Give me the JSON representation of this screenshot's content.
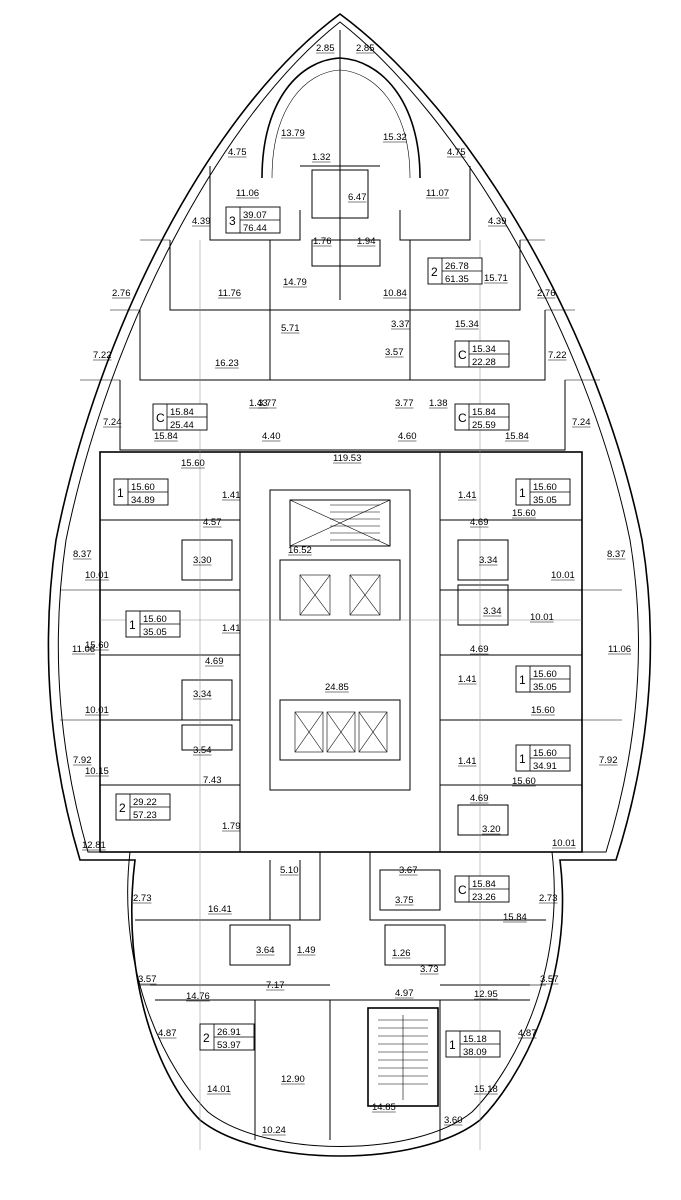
{
  "plan": {
    "areas": [
      {
        "id": "a1",
        "text": "2.85"
      },
      {
        "id": "a2",
        "text": "2.85"
      },
      {
        "id": "a3",
        "text": "13.79"
      },
      {
        "id": "a4",
        "text": "15.32"
      },
      {
        "id": "a5",
        "text": "4.75"
      },
      {
        "id": "a6",
        "text": "4.75"
      },
      {
        "id": "a7",
        "text": "1.32"
      },
      {
        "id": "a8",
        "text": "11.06"
      },
      {
        "id": "a9",
        "text": "11.07"
      },
      {
        "id": "a10",
        "text": "6.47"
      },
      {
        "id": "a11",
        "text": "4.39"
      },
      {
        "id": "a12",
        "text": "4.39"
      },
      {
        "id": "a13",
        "text": "1.76"
      },
      {
        "id": "a14",
        "text": "1.94"
      },
      {
        "id": "a15",
        "text": "2.76"
      },
      {
        "id": "a16",
        "text": "2.76"
      },
      {
        "id": "a17",
        "text": "11.76"
      },
      {
        "id": "a18",
        "text": "14.79"
      },
      {
        "id": "a19",
        "text": "10.84"
      },
      {
        "id": "a20",
        "text": "15.71"
      },
      {
        "id": "a21",
        "text": "5.71"
      },
      {
        "id": "a22",
        "text": "3.37"
      },
      {
        "id": "a23",
        "text": "15.34"
      },
      {
        "id": "a24",
        "text": "7.22"
      },
      {
        "id": "a25",
        "text": "7.22"
      },
      {
        "id": "a26",
        "text": "16.23"
      },
      {
        "id": "a27",
        "text": "3.57"
      },
      {
        "id": "a28",
        "text": "1.43"
      },
      {
        "id": "a29",
        "text": "3.77"
      },
      {
        "id": "a30",
        "text": "3.77"
      },
      {
        "id": "a31",
        "text": "1.38"
      },
      {
        "id": "a32",
        "text": "7.24"
      },
      {
        "id": "a33",
        "text": "7.24"
      },
      {
        "id": "a34",
        "text": "15.84"
      },
      {
        "id": "a35",
        "text": "4.40"
      },
      {
        "id": "a36",
        "text": "4.60"
      },
      {
        "id": "a37",
        "text": "15.84"
      },
      {
        "id": "a38",
        "text": "119.53"
      },
      {
        "id": "a39",
        "text": "15.60"
      },
      {
        "id": "a40",
        "text": "1.41"
      },
      {
        "id": "a41",
        "text": "1.41"
      },
      {
        "id": "a42",
        "text": "4.57"
      },
      {
        "id": "a43",
        "text": "4.69"
      },
      {
        "id": "a44",
        "text": "15.60"
      },
      {
        "id": "a45",
        "text": "16.52"
      },
      {
        "id": "a46",
        "text": "8.37"
      },
      {
        "id": "a47",
        "text": "8.37"
      },
      {
        "id": "a48",
        "text": "3.30"
      },
      {
        "id": "a49",
        "text": "3.34"
      },
      {
        "id": "a50",
        "text": "10.01"
      },
      {
        "id": "a51",
        "text": "10.01"
      },
      {
        "id": "a52",
        "text": "3.34"
      },
      {
        "id": "a53",
        "text": "1.41"
      },
      {
        "id": "a54",
        "text": "10.01"
      },
      {
        "id": "a55",
        "text": "11.06"
      },
      {
        "id": "a56",
        "text": "11.06"
      },
      {
        "id": "a57",
        "text": "15.60"
      },
      {
        "id": "a58",
        "text": "4.69"
      },
      {
        "id": "a59",
        "text": "4.69"
      },
      {
        "id": "a60",
        "text": "24.85"
      },
      {
        "id": "a61",
        "text": "1.41"
      },
      {
        "id": "a62",
        "text": "3.34"
      },
      {
        "id": "a63",
        "text": "10.01"
      },
      {
        "id": "a64",
        "text": "15.60"
      },
      {
        "id": "a65",
        "text": "3.54"
      },
      {
        "id": "a66",
        "text": "7.92"
      },
      {
        "id": "a67",
        "text": "7.92"
      },
      {
        "id": "a68",
        "text": "10.15"
      },
      {
        "id": "a69",
        "text": "7.43"
      },
      {
        "id": "a70",
        "text": "1.41"
      },
      {
        "id": "a71",
        "text": "4.69"
      },
      {
        "id": "a72",
        "text": "15.60"
      },
      {
        "id": "a73",
        "text": "1.79"
      },
      {
        "id": "a74",
        "text": "3.20"
      },
      {
        "id": "a75",
        "text": "12.81"
      },
      {
        "id": "a76",
        "text": "10.01"
      },
      {
        "id": "a77",
        "text": "5.10"
      },
      {
        "id": "a78",
        "text": "3.67"
      },
      {
        "id": "a79",
        "text": "2.73"
      },
      {
        "id": "a80",
        "text": "2.73"
      },
      {
        "id": "a81",
        "text": "16.41"
      },
      {
        "id": "a82",
        "text": "3.75"
      },
      {
        "id": "a83",
        "text": "15.84"
      },
      {
        "id": "a84",
        "text": "3.64"
      },
      {
        "id": "a85",
        "text": "1.49"
      },
      {
        "id": "a86",
        "text": "1.26"
      },
      {
        "id": "a87",
        "text": "3.73"
      },
      {
        "id": "a88",
        "text": "3.57"
      },
      {
        "id": "a89",
        "text": "3.57"
      },
      {
        "id": "a90",
        "text": "14.76"
      },
      {
        "id": "a91",
        "text": "7.17"
      },
      {
        "id": "a92",
        "text": "4.97"
      },
      {
        "id": "a93",
        "text": "12.95"
      },
      {
        "id": "a94",
        "text": "4.87"
      },
      {
        "id": "a95",
        "text": "4.87"
      },
      {
        "id": "a96",
        "text": "14.01"
      },
      {
        "id": "a97",
        "text": "12.90"
      },
      {
        "id": "a98",
        "text": "15.18"
      },
      {
        "id": "a99",
        "text": "10.24"
      },
      {
        "id": "a100",
        "text": "14.85"
      },
      {
        "id": "a101",
        "text": "3.60"
      },
      {
        "id": "a102",
        "text": "10.01"
      }
    ],
    "apartments": [
      {
        "id": "p1",
        "rooms": "3",
        "living": "39.07",
        "total": "76.44"
      },
      {
        "id": "p2",
        "rooms": "2",
        "living": "26.78",
        "total": "61.35"
      },
      {
        "id": "p3",
        "rooms": "С",
        "living": "15.34",
        "total": "22.28"
      },
      {
        "id": "p4",
        "rooms": "С",
        "living": "15.84",
        "total": "25.44"
      },
      {
        "id": "p5",
        "rooms": "С",
        "living": "15.84",
        "total": "25.59"
      },
      {
        "id": "p6",
        "rooms": "1",
        "living": "15.60",
        "total": "34.89"
      },
      {
        "id": "p7",
        "rooms": "1",
        "living": "15.60",
        "total": "35.05"
      },
      {
        "id": "p8",
        "rooms": "1",
        "living": "15.60",
        "total": "35.05"
      },
      {
        "id": "p9",
        "rooms": "1",
        "living": "15.60",
        "total": "35.05"
      },
      {
        "id": "p10",
        "rooms": "1",
        "living": "15.60",
        "total": "34.91"
      },
      {
        "id": "p11",
        "rooms": "2",
        "living": "29.22",
        "total": "57.23"
      },
      {
        "id": "p12",
        "rooms": "С",
        "living": "15.84",
        "total": "23.26"
      },
      {
        "id": "p13",
        "rooms": "2",
        "living": "26.91",
        "total": "53.97"
      },
      {
        "id": "p14",
        "rooms": "1",
        "living": "15.18",
        "total": "38.09"
      }
    ]
  }
}
